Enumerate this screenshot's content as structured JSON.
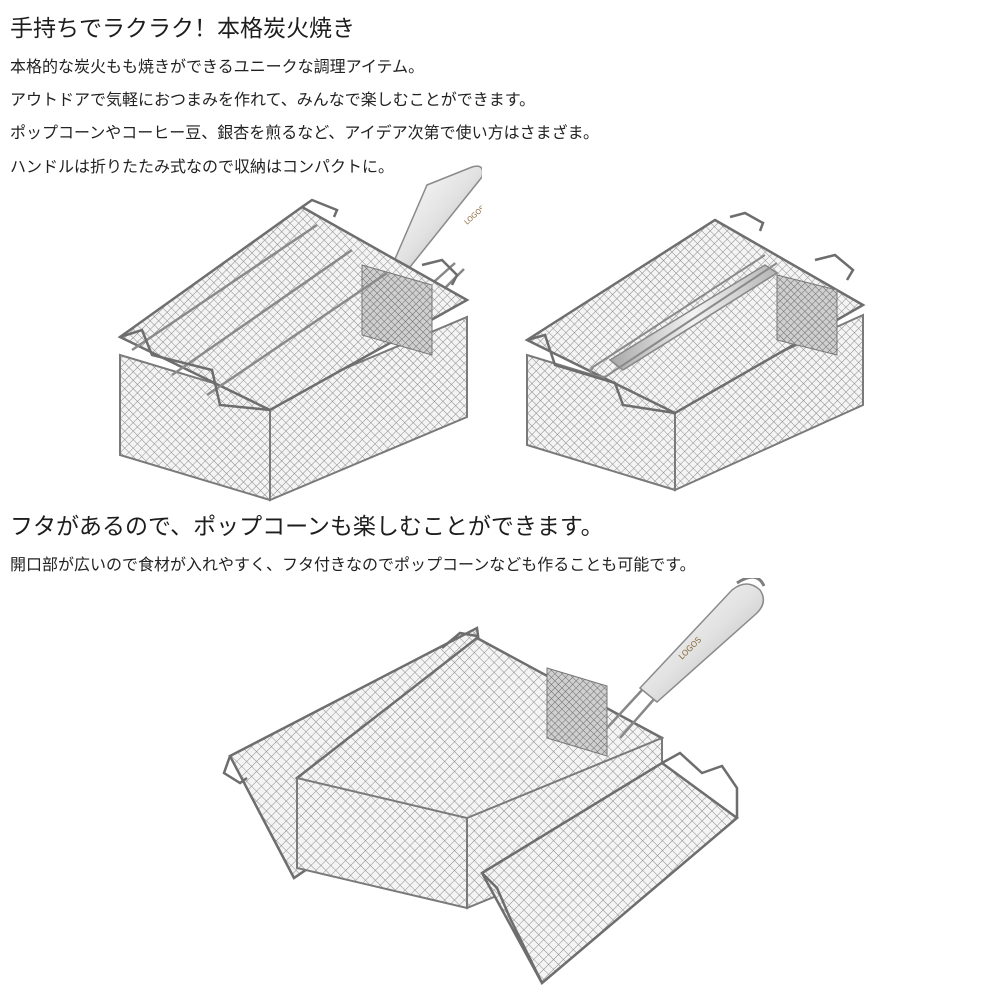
{
  "section1": {
    "heading": "手持ちでラクラク！本格炭火焼き",
    "lines": [
      "本格的な炭火もも焼きができるユニークな調理アイテム。",
      "アウトドアで気軽におつまみを作れて、みんなで楽しむことができます。",
      "ポップコーンやコーヒー豆、銀杏を煎るなど、アイデア次第で使い方はさまざま。",
      "ハンドルは折りたたみ式なので収納はコンパクトに。"
    ]
  },
  "section2": {
    "heading": "フタがあるので、ポップコーンも楽しむことができます。",
    "lines": [
      "開口部が広いので食材が入れやすく、フタ付きなのでポップコーンなども作ることも可能です。"
    ]
  },
  "images": {
    "handle_logo": "LOGOS"
  },
  "colors": {
    "steel": "#9a9a9a",
    "steel_dark": "#6f6f6f",
    "steel_light": "#d8d8d8",
    "text": "#222222"
  }
}
